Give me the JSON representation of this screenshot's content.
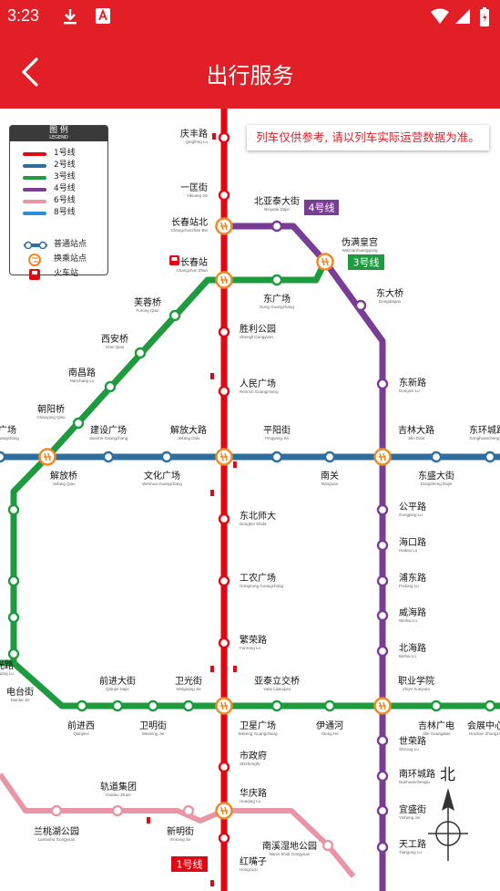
{
  "status_bar": {
    "time": "3:23"
  },
  "header": {
    "title": "出行服务"
  },
  "notice": "列车仅供参考, 请以列车实际运营数据为准。",
  "legend": {
    "title": "图 例",
    "subtitle": "LEGEND",
    "lines": [
      {
        "label": "1号线",
        "color": "#e30613"
      },
      {
        "label": "2号线",
        "color": "#2f6f9f"
      },
      {
        "label": "3号线",
        "color": "#1e9a3f"
      },
      {
        "label": "4号线",
        "color": "#7a3d96"
      },
      {
        "label": "6号线",
        "color": "#e896a6"
      },
      {
        "label": "8号线",
        "color": "#2f8ed8"
      }
    ],
    "normal_station": "普通站点",
    "transfer_station": "换乘站点",
    "train_station": "火车站"
  },
  "line_badges": {
    "line4": "4号线",
    "line3": "3号线",
    "line1": "1号线"
  },
  "compass": "北",
  "stations": {
    "s01": {
      "cn": "庆丰路",
      "py": "Qingfeng Lu"
    },
    "s02": {
      "cn": "一匡街",
      "py": "Yikuang Jie"
    },
    "s03": {
      "cn": "长春站北",
      "py": "Changchunzhan Bei"
    },
    "s04": {
      "cn": "长春站",
      "py": "Changchun Zhan"
    },
    "s05": {
      "cn": "北亚泰大街",
      "py": "Beiyatai Dajie"
    },
    "s06": {
      "cn": "伪满皇宫",
      "py": "Weimanhuanggong"
    },
    "s07": {
      "cn": "芙蓉桥",
      "py": "Furong Qiao"
    },
    "s08": {
      "cn": "东广场",
      "py": "Dong Guangchang"
    },
    "s09": {
      "cn": "东大桥",
      "py": "Dongdaqiao"
    },
    "s10": {
      "cn": "胜利公园",
      "py": "Shengli Gongyuan"
    },
    "s11": {
      "cn": "西安桥",
      "py": "Xi'an Qiao"
    },
    "s12": {
      "cn": "南昌路",
      "py": "Nanchang Lu"
    },
    "s13": {
      "cn": "人民广场",
      "py": "Renmin Guangchang"
    },
    "s14": {
      "cn": "东新路",
      "py": "Dongxin Lu"
    },
    "s15": {
      "cn": "朝阳桥",
      "py": "Chaoyang Qiao"
    },
    "s16": {
      "cn": "建设广场",
      "py": "Jianshe Guangchang"
    },
    "s17": {
      "cn": "解放大路",
      "py": "Jiefang Dalu"
    },
    "s18": {
      "cn": "平阳街",
      "py": "Pingyang Jie"
    },
    "s19": {
      "cn": "吉林大路",
      "py": "Jilin Dalu"
    },
    "s20": {
      "cn": "东环城路",
      "py": "Donghuancheng Lu"
    },
    "s21": {
      "cn": "广场",
      "py": "Guangchang"
    },
    "s22": {
      "cn": "解放桥",
      "py": "Jiefang Qiao"
    },
    "s23": {
      "cn": "文化广场",
      "py": "Wenhua Guangchang"
    },
    "s24": {
      "cn": "南关",
      "py": "Nanguan"
    },
    "s25": {
      "cn": "东盛大街",
      "py": "Dongsheng Dajie"
    },
    "s26": {
      "cn": "东北师大",
      "py": "Dongbei Shida"
    },
    "s27": {
      "cn": "公平路",
      "py": "Gongping Lu"
    },
    "s28": {
      "cn": "海口路",
      "py": "Haikou Lu"
    },
    "s29": {
      "cn": "工农广场",
      "py": "Gongnong Guangchang"
    },
    "s30": {
      "cn": "浦东路",
      "py": "Pudong Lu"
    },
    "s31": {
      "cn": "威海路",
      "py": "Weihai Lu"
    },
    "s32": {
      "cn": "繁荣路",
      "py": "Fanrong Lu"
    },
    "s33": {
      "cn": "北海路",
      "py": "Beihai Lu"
    },
    "s34": {
      "cn": "光路",
      "py": "Guang Lu"
    },
    "s35": {
      "cn": "前进大街",
      "py": "Qianjin Dajie"
    },
    "s36": {
      "cn": "卫光街",
      "py": "Weiguang Jie"
    },
    "s37": {
      "cn": "亚泰立交桥",
      "py": "Yatai Lijiaoqiao"
    },
    "s38": {
      "cn": "职业学院",
      "py": "Zhiye Xueyuan"
    },
    "s39": {
      "cn": "电台街",
      "py": "Diantai Jie"
    },
    "s40": {
      "cn": "前进西",
      "py": "Qianjinxi"
    },
    "s41": {
      "cn": "卫明街",
      "py": "Weiming Jie"
    },
    "s42": {
      "cn": "卫星广场",
      "py": "Weixing Guangchang"
    },
    "s43": {
      "cn": "伊通河",
      "py": "Yitong He"
    },
    "s44": {
      "cn": "吉林广电",
      "py": "Jilin Guangdian"
    },
    "s45": {
      "cn": "会展中心",
      "py": "Huizhan Zhongxin"
    },
    "s46": {
      "cn": "市政府",
      "py": "Shizhengfu"
    },
    "s47": {
      "cn": "世荣路",
      "py": "Shirong Lu"
    },
    "s48": {
      "cn": "轨道集团",
      "py": "Guidao Jituan"
    },
    "s49": {
      "cn": "南环城路",
      "py": "Nanhuanchenglu"
    },
    "s50": {
      "cn": "华庆路",
      "py": "Huaqing Lu"
    },
    "s51": {
      "cn": "宜盛街",
      "py": "Yisheng Jie"
    },
    "s52": {
      "cn": "兰桃湖公园",
      "py": "Lantaohu Gongyuan"
    },
    "s53": {
      "cn": "新明街",
      "py": "Xinming Jie"
    },
    "s54": {
      "cn": "南溪湿地公园",
      "py": "Nanxi Shidi Gongyuan"
    },
    "s55": {
      "cn": "天工路",
      "py": "Tiangong Lu"
    },
    "s56": {
      "cn": "红嘴子",
      "py": "Hongzuizi"
    }
  }
}
